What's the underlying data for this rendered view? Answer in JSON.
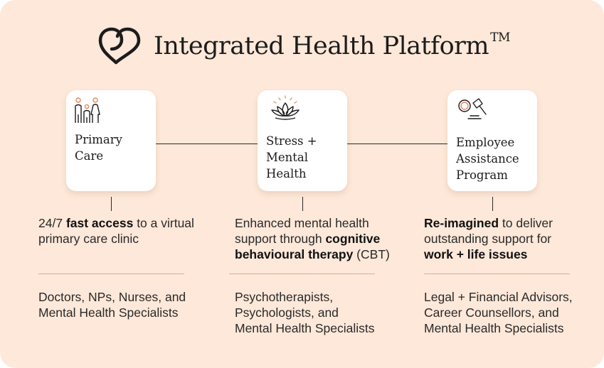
{
  "header": {
    "logo_icon": "heart-outline-icon",
    "title": "Integrated Health Platform",
    "trademark": "TM"
  },
  "colors": {
    "background": "#fde8d9",
    "card": "#ffffff",
    "accent": "#e08a5e",
    "text": "#1c1c1c",
    "separator": "#e9a988"
  },
  "columns": [
    {
      "icon": "family-people-icon",
      "title_lines": [
        "Primary",
        "Care"
      ],
      "desc": [
        {
          "t": "24/7 ",
          "b": false
        },
        {
          "t": "fast access",
          "b": true
        },
        {
          "t": " to a virtual primary care clinic",
          "b": false
        }
      ],
      "staff": [
        "Doctors, NPs, Nurses, and",
        "Mental Health Specialists"
      ]
    },
    {
      "icon": "lotus-icon",
      "title_lines": [
        "Stress +",
        "Mental",
        "Health"
      ],
      "desc": [
        {
          "t": "Enhanced mental health support through ",
          "b": false
        },
        {
          "t": "cognitive behavioural therapy",
          "b": true
        },
        {
          "t": " (CBT)",
          "b": false
        }
      ],
      "staff": [
        "Psychotherapists,",
        "Psychologists, and",
        "Mental Health Specialists"
      ]
    },
    {
      "icon": "coin-gavel-icon",
      "title_lines": [
        "Employee",
        "Assistance",
        "Program"
      ],
      "desc": [
        {
          "t": "Re-imagined",
          "b": true
        },
        {
          "t": " to deliver outstanding support for ",
          "b": false
        },
        {
          "t": "work + life issues",
          "b": true
        }
      ],
      "staff": [
        "Legal + Financial Advisors,",
        "Career Counsellors, and",
        "Mental Health Specialists"
      ]
    }
  ]
}
